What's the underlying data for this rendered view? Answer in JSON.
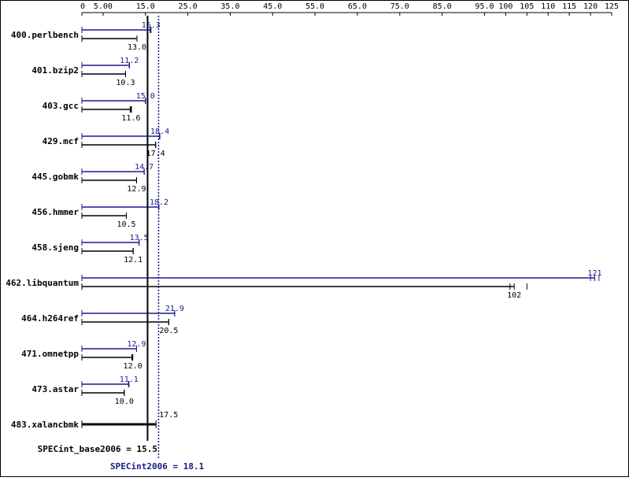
{
  "chart_data": {
    "type": "bar",
    "orientation": "horizontal",
    "xlim": [
      0,
      125
    ],
    "x_ticks": [
      {
        "value": 0,
        "label": "0"
      },
      {
        "value": 5,
        "label": "5.00"
      },
      {
        "value": 15,
        "label": "15.0"
      },
      {
        "value": 25,
        "label": "25.0"
      },
      {
        "value": 35,
        "label": "35.0"
      },
      {
        "value": 45,
        "label": "45.0"
      },
      {
        "value": 55,
        "label": "55.0"
      },
      {
        "value": 65,
        "label": "65.0"
      },
      {
        "value": 75,
        "label": "75.0"
      },
      {
        "value": 85,
        "label": "85.0"
      },
      {
        "value": 95,
        "label": "95.0"
      },
      {
        "value": 100,
        "label": "100"
      },
      {
        "value": 105,
        "label": "105"
      },
      {
        "value": 110,
        "label": "110"
      },
      {
        "value": 115,
        "label": "115"
      },
      {
        "value": 120,
        "label": "120"
      },
      {
        "value": 125,
        "label": "125"
      }
    ],
    "categories": [
      "400.perlbench",
      "401.bzip2",
      "403.gcc",
      "429.mcf",
      "445.gobmk",
      "456.hmmer",
      "458.sjeng",
      "462.libquantum",
      "464.h264ref",
      "471.omnetpp",
      "473.astar",
      "483.xalancbmk"
    ],
    "series": [
      {
        "name": "SPECint2006",
        "color": "#1a1a8c",
        "values": [
          16.3,
          11.2,
          15.0,
          18.4,
          14.7,
          18.2,
          13.5,
          121,
          21.9,
          12.9,
          11.1,
          null
        ],
        "labels": [
          "16.3",
          "11.2",
          "15.0",
          "18.4",
          "14.7",
          "18.2",
          "13.5",
          "121",
          "21.9",
          "12.9",
          "11.1",
          ""
        ],
        "run_min": [
          16.1,
          11.2,
          15.0,
          18.3,
          14.7,
          18.2,
          13.5,
          120,
          21.9,
          12.9,
          11.0,
          null
        ],
        "run_max": [
          16.3,
          11.2,
          15.0,
          18.4,
          14.7,
          18.2,
          13.5,
          122,
          21.9,
          12.9,
          11.1,
          null
        ]
      },
      {
        "name": "SPECint_base2006",
        "color": "#000000",
        "values": [
          13.0,
          10.3,
          11.6,
          17.4,
          12.9,
          10.5,
          12.1,
          102,
          20.5,
          12.0,
          10.0,
          17.5
        ],
        "labels": [
          "13.0",
          "10.3",
          "11.6",
          "17.4",
          "12.9",
          "10.5",
          "12.1",
          "102",
          "20.5",
          "12.0",
          "10.0",
          "17.5"
        ],
        "run_min": [
          13.0,
          10.3,
          11.4,
          17.4,
          12.9,
          10.5,
          12.1,
          101,
          20.5,
          11.8,
          10.0,
          17.5
        ],
        "run_max": [
          13.0,
          10.3,
          11.7,
          17.4,
          12.9,
          10.5,
          12.1,
          105,
          20.5,
          12.0,
          10.0,
          17.5
        ]
      }
    ],
    "reference_lines": [
      {
        "name": "SPECint_base2006",
        "value": 15.5,
        "style": "solid",
        "color": "#000000"
      },
      {
        "name": "SPECint2006",
        "value": 18.1,
        "style": "dotted",
        "color": "#1a1a8c"
      }
    ],
    "summary": {
      "base_label": "SPECint_base2006 = 15.5",
      "peak_label": "SPECint2006 = 18.1"
    },
    "grid": false
  }
}
